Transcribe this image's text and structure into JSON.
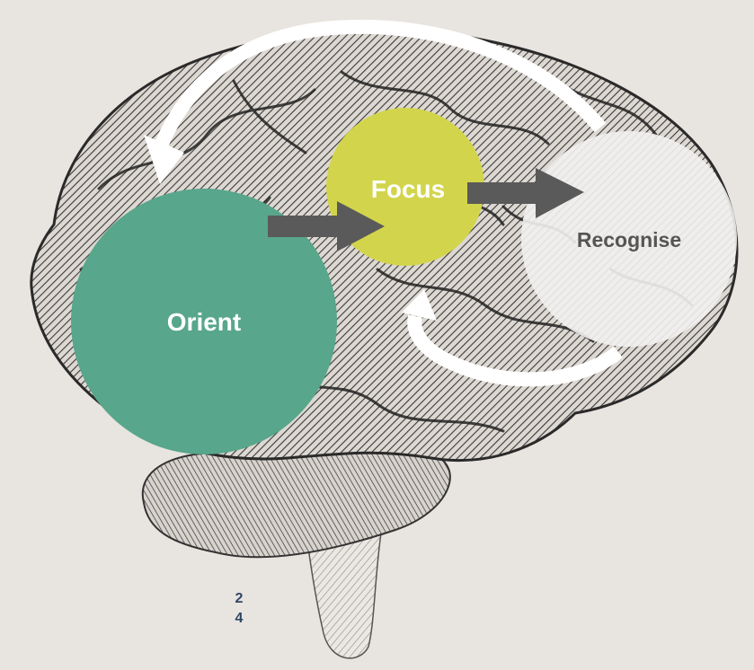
{
  "diagram": {
    "nodes": [
      {
        "id": "orient",
        "label": "Orient",
        "color": "#58a68c"
      },
      {
        "id": "focus",
        "label": "Focus",
        "color": "#d2d54b"
      },
      {
        "id": "recognise",
        "label": "Recognise",
        "color": "#f2f1ef"
      }
    ],
    "edges": [
      {
        "from": "orient",
        "to": "focus",
        "style": "dark-arrow"
      },
      {
        "from": "focus",
        "to": "recognise",
        "style": "dark-arrow"
      },
      {
        "from": "recognise",
        "to": "focus",
        "style": "white-curved-arrow"
      },
      {
        "from": "recognise",
        "to": "orient",
        "style": "white-curved-arrow"
      }
    ],
    "background_image": "brain-illustration"
  },
  "page_number": {
    "line1": "2",
    "line2": "4"
  },
  "colors": {
    "background": "#e8e4df",
    "dark_arrow": "#5a5a5a",
    "page_number": "#2f4664",
    "label_dark": "#555555"
  }
}
